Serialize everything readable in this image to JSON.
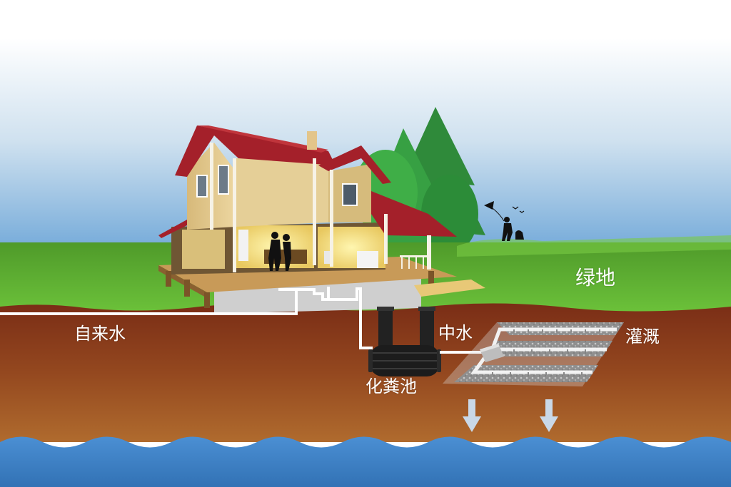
{
  "labels": {
    "tap_water": "自来水",
    "grey_water": "中水",
    "septic_tank": "化粪池",
    "irrigation": "灌溉",
    "green_lawn": "绿地"
  },
  "colors": {
    "sky_top": "#ffffff",
    "sky_bottom": "#6fa7d8",
    "grass": "#5db52a",
    "soil": "#8a3d1c",
    "groundwater": "#3f7fc4",
    "pipe": "#ffffff",
    "tank": "#1c1c1c",
    "roof": "#a4202a",
    "wall": "#e2c98a",
    "tree": "#2f8a3a"
  },
  "icons": [
    "house",
    "septic-tank",
    "drain-field",
    "tree",
    "kite-child-silhouette",
    "down-arrow"
  ]
}
